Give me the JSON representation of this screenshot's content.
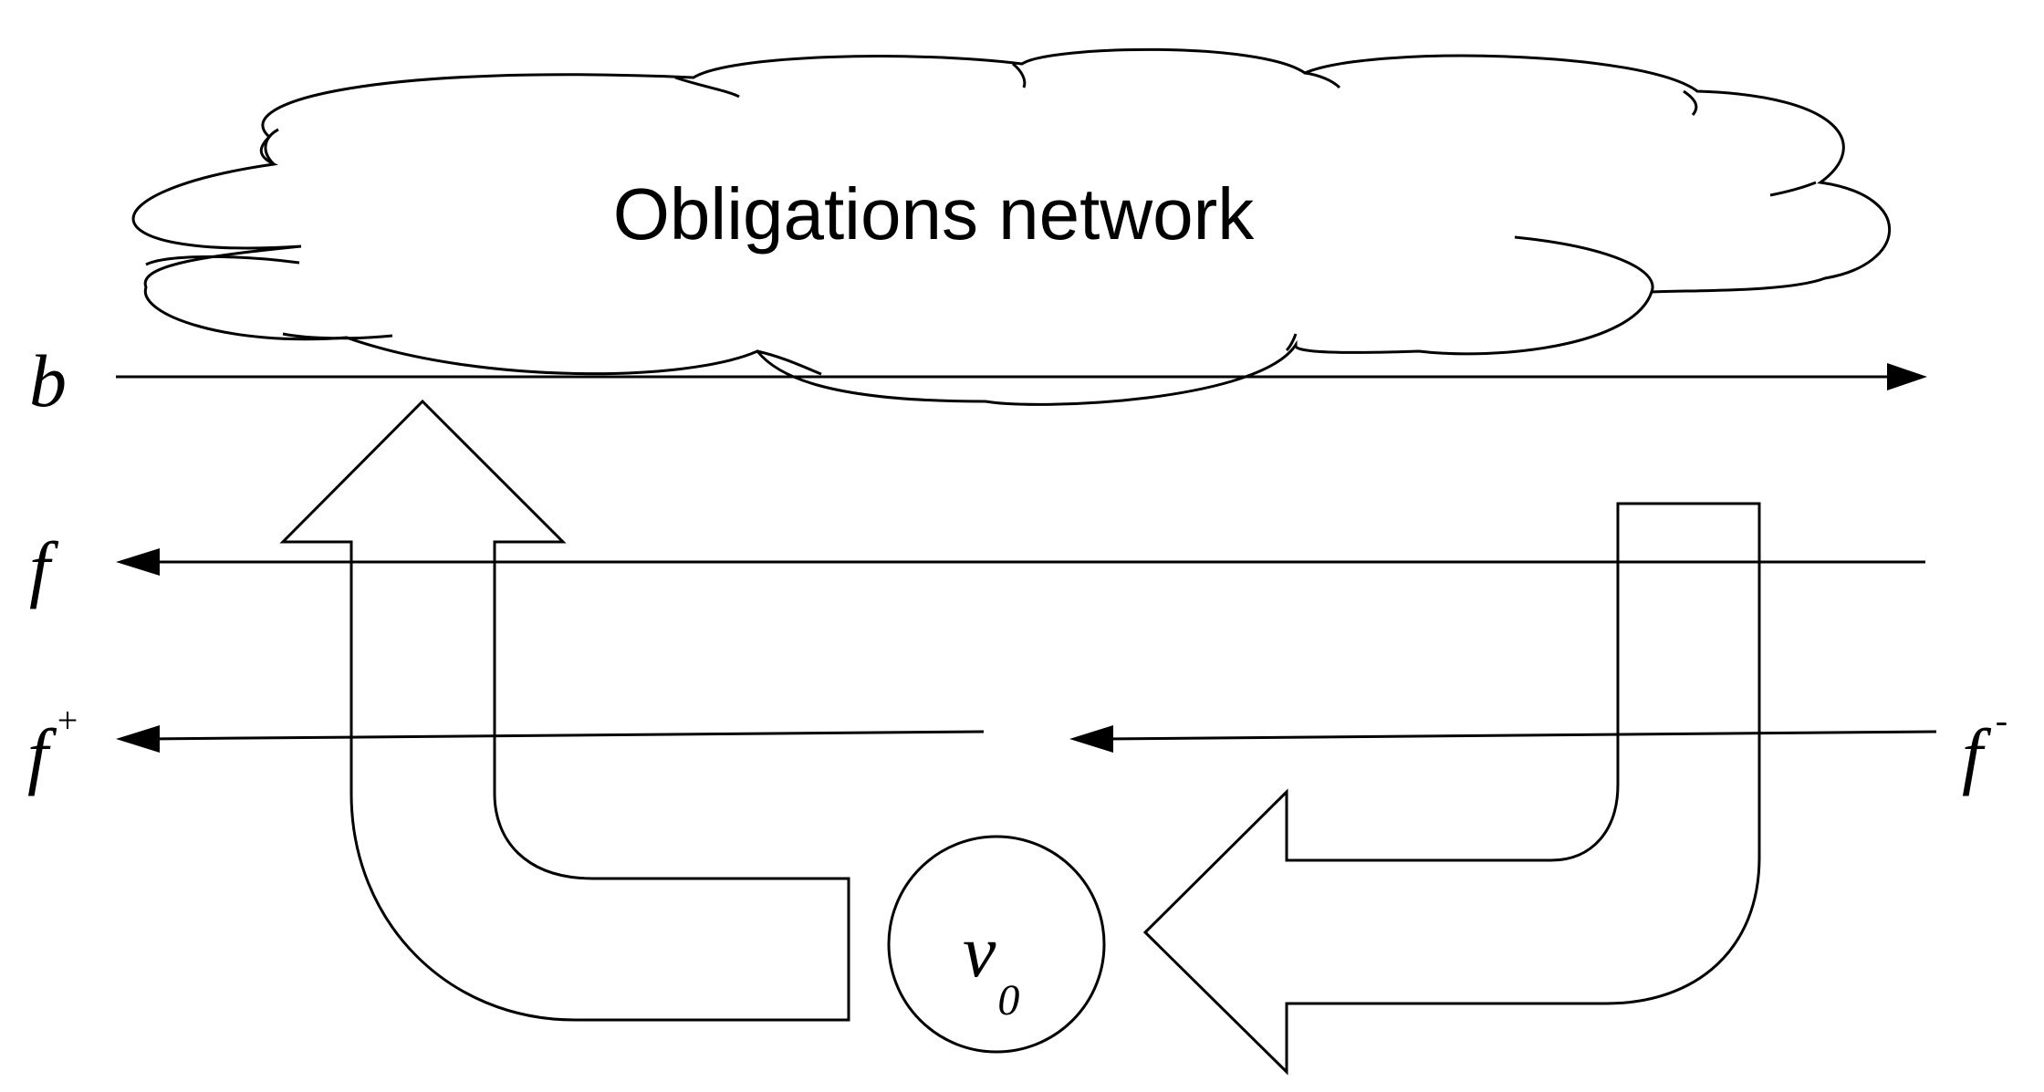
{
  "diagram": {
    "cloud_label": "Obligations network",
    "lines": {
      "b": {
        "label": "b"
      },
      "f": {
        "label": "f"
      },
      "f_plus": {
        "base": "f",
        "sup": "+"
      },
      "f_minus": {
        "base": "f",
        "sup": "-"
      }
    },
    "node": {
      "base": "v",
      "sub": "0"
    }
  },
  "colors": {
    "stroke": "#000000",
    "fill": "#ffffff"
  }
}
